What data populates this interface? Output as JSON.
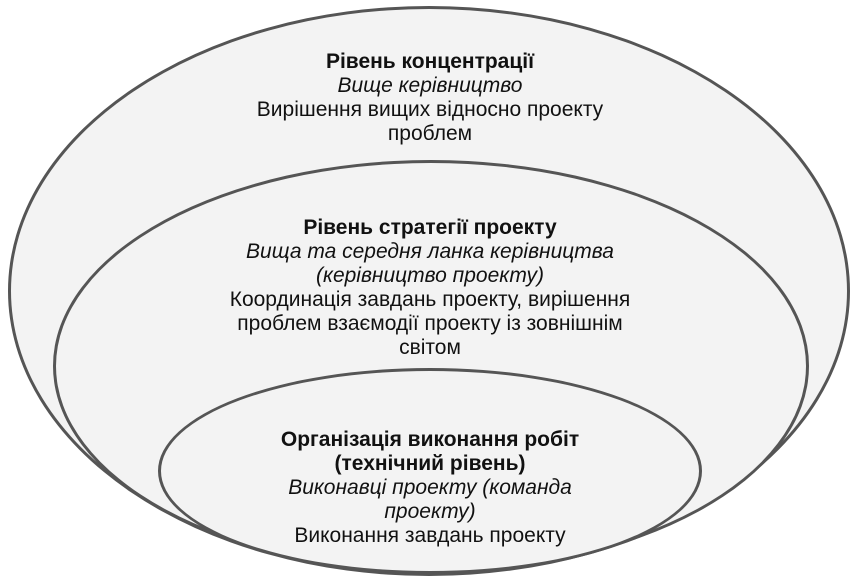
{
  "levels": [
    {
      "title": "Рівень концентрації",
      "subtitle": "Вище керівництво",
      "description": [
        "Вирішення вищих відносно проекту",
        "проблем"
      ]
    },
    {
      "title": "Рівень стратегії проекту",
      "subtitle": [
        "Вища та середня ланка керівництва",
        "(керівництво проекту)"
      ],
      "description": [
        "Координація завдань проекту, вирішення",
        "проблем взаємодії проекту із зовнішнім",
        "світом"
      ]
    },
    {
      "title": [
        "Організація виконання робіт",
        "(технічний рівень)"
      ],
      "subtitle": [
        "Виконавці проекту (команда",
        "проекту)"
      ],
      "description": "Виконання завдань проекту"
    }
  ],
  "colors": {
    "ellipse_fill": "#f3f3f3",
    "ellipse_border": "#555555",
    "text": "#111111"
  }
}
